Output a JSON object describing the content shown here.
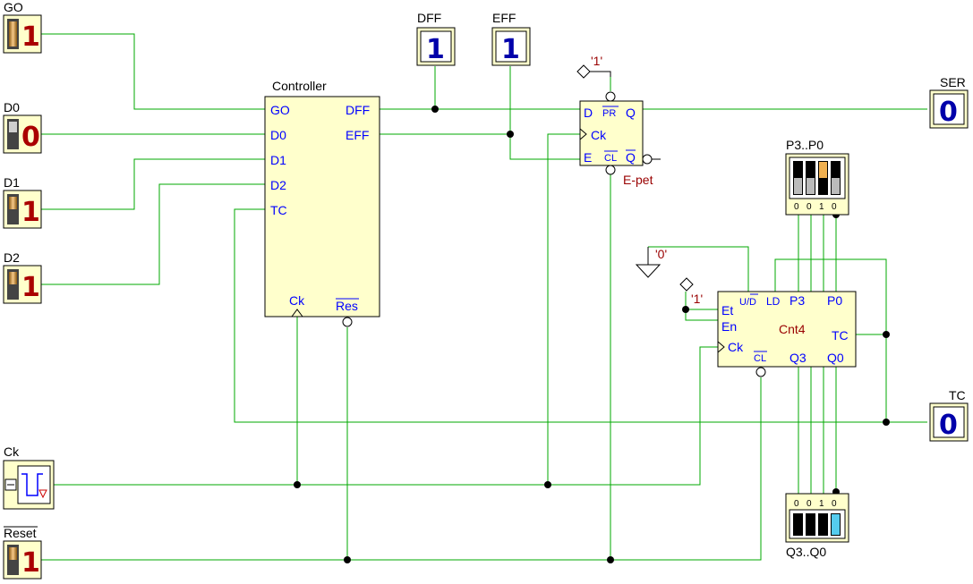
{
  "labels": {
    "go": "GO",
    "d0": "D0",
    "d1": "D1",
    "d2": "D2",
    "ck": "Ck",
    "reset": "Reset",
    "dff": "DFF",
    "eff": "EFF",
    "ser": "SER",
    "tc": "TC",
    "p3p0": "P3..P0",
    "q3q0": "Q3..Q0"
  },
  "switches": {
    "go": "1",
    "d0": "0",
    "d1": "1",
    "d2": "1",
    "reset": "1"
  },
  "probes": {
    "dff": "1",
    "eff": "1",
    "ser": "0",
    "tc": "0"
  },
  "dip_p": {
    "marks": [
      "0",
      "0",
      "1",
      "0"
    ]
  },
  "dip_q": {
    "marks": [
      "0",
      "0",
      "1",
      "0"
    ]
  },
  "controller": {
    "title": "Controller",
    "ports": {
      "go": "GO",
      "d0": "D0",
      "d1": "D1",
      "d2": "D2",
      "tc": "TC",
      "dff": "DFF",
      "eff": "EFF",
      "ck": "Ck",
      "res": "Res"
    }
  },
  "flipflop": {
    "name": "E-pet",
    "const": "'1'",
    "ports": {
      "d": "D",
      "pr": "PR",
      "q": "Q",
      "ck": "Ck",
      "e": "E",
      "cl": "CL",
      "qn": "Q"
    }
  },
  "counter": {
    "name": "Cnt4",
    "const_zero": "'0'",
    "const_one": "'1'",
    "ports": {
      "ud": "U/D",
      "ld": "LD",
      "p3": "P3",
      "p0": "P0",
      "et": "Et",
      "en": "En",
      "tc": "TC",
      "ck": "Ck",
      "cl": "CL",
      "q3": "Q3",
      "q0": "Q0"
    }
  }
}
